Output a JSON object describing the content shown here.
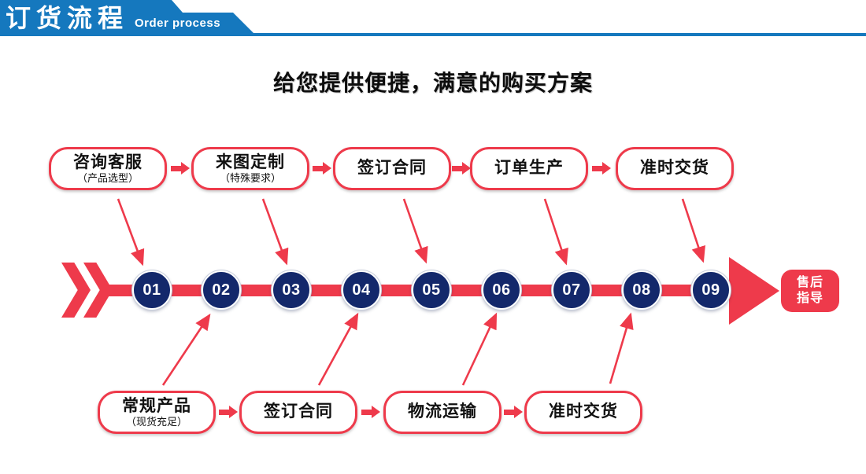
{
  "colors": {
    "blue": "#1578be",
    "red": "#ee3a4b",
    "navy": "#13286b"
  },
  "banner": {
    "title": "订货流程",
    "subtitle": "Order process"
  },
  "headline": "给您提供便捷，满意的购买方案",
  "top_flow": {
    "steps": [
      {
        "label": "咨询客服",
        "sub": "（产品选型）"
      },
      {
        "label": "来图定制",
        "sub": "（特殊要求）"
      },
      {
        "label": "签订合同",
        "sub": ""
      },
      {
        "label": "订单生产",
        "sub": ""
      },
      {
        "label": "准时交货",
        "sub": ""
      }
    ]
  },
  "bottom_flow": {
    "steps": [
      {
        "label": "常规产品",
        "sub": "（现货充足）"
      },
      {
        "label": "签订合同",
        "sub": ""
      },
      {
        "label": "物流运输",
        "sub": ""
      },
      {
        "label": "准时交货",
        "sub": ""
      }
    ]
  },
  "timeline": {
    "steps": [
      "01",
      "02",
      "03",
      "04",
      "05",
      "06",
      "07",
      "08",
      "09"
    ]
  },
  "end_badge": {
    "line1": "售后",
    "line2": "指导"
  },
  "icons": {
    "chevron_right": "double-chevron-right",
    "arrow_right": "arrow-right",
    "diagonal_arrow": "diagonal-connector-arrow",
    "big_arrowhead": "big-right-arrowhead"
  }
}
